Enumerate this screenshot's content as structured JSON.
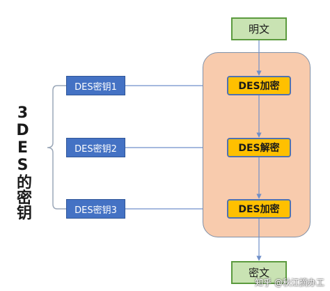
{
  "diagram": {
    "side_label": "3DES的密钥",
    "plaintext": "明文",
    "ciphertext": "密文",
    "keys": [
      "DES密钥1",
      "DES密钥2",
      "DES密钥3"
    ],
    "steps": [
      "DES加密",
      "DES解密",
      "DES加密"
    ],
    "watermark": "知乎 @秋江摘办工"
  },
  "colors": {
    "key_fill": "#4472c4",
    "step_fill": "#ffc000",
    "panel_fill": "#f8cbad",
    "terminal_fill": "#c9e3b3",
    "terminal_border": "#5b9a3e",
    "arrow": "#6f8fc9"
  }
}
